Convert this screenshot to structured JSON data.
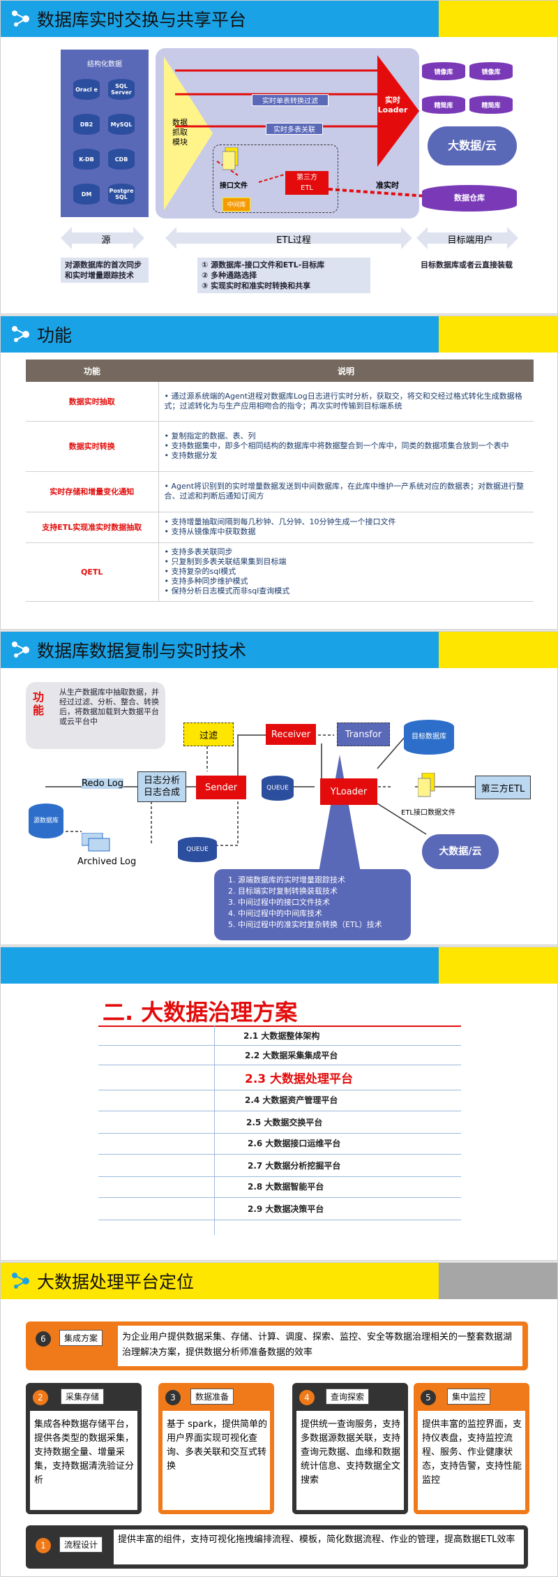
{
  "s1": {
    "title": "数据库实时交换与共享平台",
    "struct_label": "结构化数据",
    "sources": [
      "Oracl\ne",
      "SQL\nServer",
      "DB2",
      "MySQL",
      "K-DB",
      "CDB",
      "DM",
      "Postgre\nSQL"
    ],
    "capture": "数据\n抓取\n模块",
    "flow1": "实时单表转换过滤",
    "flow2": "实时多表关联",
    "iface_file": "接口文件",
    "mid_db": "中间库",
    "third_etl": "第三方\nETL",
    "realtime_loader": "实时\nLoader",
    "realtime": "准实时",
    "targets": [
      "镜像库",
      "镜像库",
      "精简库",
      "精简库"
    ],
    "bigdata": "大数据/云",
    "warehouse": "数据仓库",
    "src_arrow": "源",
    "etl_arrow": "ETL过程",
    "target_arrow": "目标端用户",
    "src_note": "对源数据库的首次同步和实时增量跟踪技术",
    "etl_notes": [
      "① 源数据库-接口文件和ETL-目标库",
      "② 多种通路选择",
      "③ 实现实时和准实时转换和共享"
    ],
    "target_note": "目标数据库或者云直接装载"
  },
  "s2": {
    "title": "功能",
    "col_func": "功能",
    "col_desc": "说明",
    "rows": [
      {
        "name": "数据实时抽取",
        "items": [
          "通过源系统端的Agent进程对数据库Log日志进行实时分析，获取交，将交和交经过格式转化生成数据格式；过滤转化为与生产应用相吻合的指令；再次实时传输到目标端系统"
        ]
      },
      {
        "name": "数据实时转换",
        "items": [
          "复制指定的数据、表、列",
          "支持数据集中，即多个相同结构的数据库中将数据整合到一个库中，同类的数据项集合放到一个表中",
          "支持数据分发"
        ]
      },
      {
        "name": "实时存储和增量变化通知",
        "items": [
          "Agent将识别到的实时增量数据发送到中间数据库，在此库中维护一产系统对应的数据表；对数据进行整合、过滤和判断后通知订阅方"
        ]
      },
      {
        "name": "支持ETL实现准实时数据抽取",
        "items": [
          "支持增量抽取间隔到每几秒钟、几分钟、10分钟生成一个接口文件",
          "支持从镜像库中获取数据"
        ]
      },
      {
        "name": "QETL",
        "items": [
          "支持多表关联同步",
          "只复制到多表关联结果集到目标端",
          "支持复杂的sql模式",
          "支持多种同步维护模式",
          "保持分析日志模式而非sql查询模式"
        ]
      }
    ]
  },
  "s3": {
    "title": "数据库数据复制与实时技术",
    "func_label": "功\n能",
    "func_text": "从生产数据库中抽取数据，并经过过滤、分析、整合、转换后，将数据加载到大数据平台或云平台中",
    "filter": "过滤",
    "receiver": "Receiver",
    "transfor": "Transfor",
    "target_db": "目标数据库",
    "redo": "Redo Log",
    "log_analysis": "日志分析\n日志合成",
    "sender": "Sender",
    "queue1": "QUEUE",
    "yloader": "YLoader",
    "third_etl": "第三方ETL",
    "source_db": "源数据库",
    "etl_file": "ETL接口数据文件",
    "archived": "Archived Log",
    "queue2": "QUEUE",
    "bigdata": "大数据/云",
    "techs": [
      "源端数据库的实时增量跟踪技术",
      "目标端实时复制转换装载技术",
      "中间过程中的接口文件技术",
      "中间过程中的中间库技术",
      "中间过程中的准实时复杂转换（ETL）技术"
    ]
  },
  "s4": {
    "heading": "二. 大数据治理方案",
    "items": [
      "2.1 大数据整体架构",
      "2.2 大数据采集集成平台",
      "2.3 大数据处理平台",
      "2.4 大数据资产管理平台",
      "2.5 大数据交换平台",
      "2.6 大数据接口运维平台",
      "2.7 大数据分析挖掘平台",
      "2.8 大数据智能平台",
      "2.9 大数据决策平台"
    ]
  },
  "s5": {
    "title": "大数据处理平台定位",
    "top": {
      "num": "6",
      "tag": "集成方案",
      "text": "为企业用户提供数据采集、存储、计算、调度、探索、监控、安全等数据治理相关的一整套数据湖治理解决方案，提供数据分析师准备数据的效率"
    },
    "cards": [
      {
        "num": "2",
        "tag": "采集存储",
        "text": "集成各种数据存储平台，提供各类型的数据采集，支持数据全量、增量采集，支持数据清洗验证分析"
      },
      {
        "num": "3",
        "tag": "数据准备",
        "text": "基于 spark，提供简单的用户界面实现可视化查询、多表关联和交互式转换"
      },
      {
        "num": "4",
        "tag": "查询探索",
        "text": "提供统一查询服务，支持多数据源数据关联，支持查询元数据、血缘和数据统计信息、支持数据全文搜索"
      },
      {
        "num": "5",
        "tag": "集中监控",
        "text": "提供丰富的监控界面，支持仪表盘，支持监控流程、服务、作业健康状态，支持告警，支持性能监控"
      }
    ],
    "bottom": {
      "num": "1",
      "tag": "流程设计",
      "text": "提供丰富的组件，支持可视化拖拽编排流程、模板，简化数据流程、作业的管理，提高数据ETL效率"
    }
  }
}
